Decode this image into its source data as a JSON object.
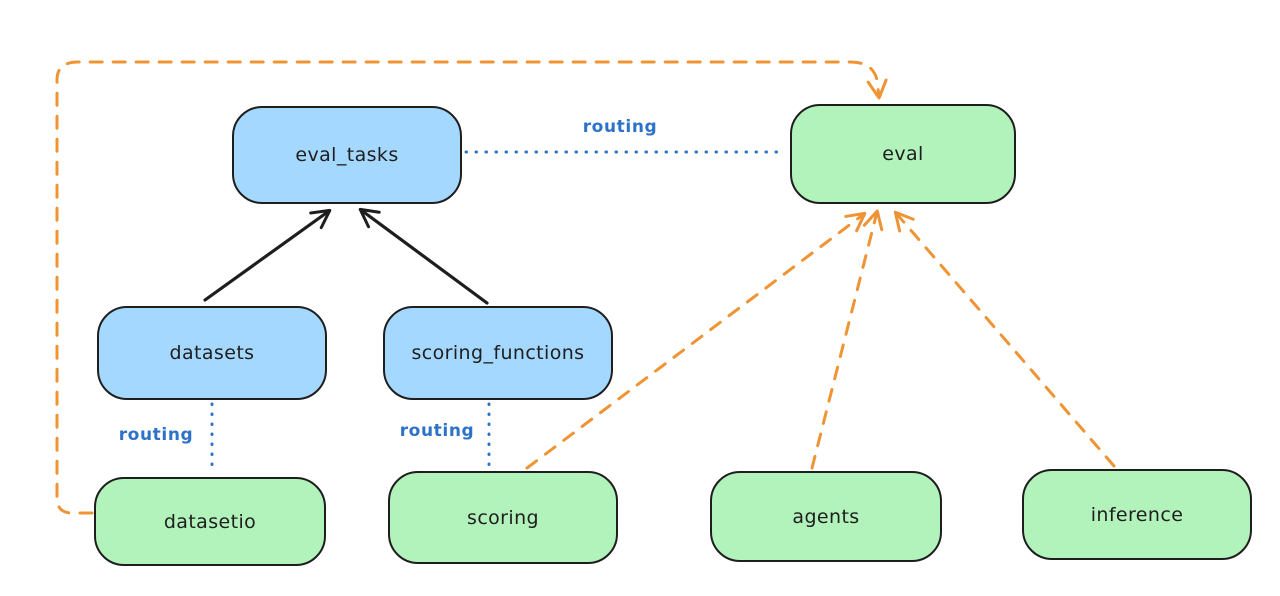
{
  "diagram": {
    "title": "",
    "background_color": "#ffffff",
    "colors": {
      "node_stroke": "#1e1e1e",
      "blue_node_fill": "#a5d8ff",
      "green_node_fill": "#b2f2bb",
      "solid_arrow": "#1e1e1e",
      "dotted_line": "#2b72c8",
      "dashed_arrow": "#ef9434",
      "routing_label": "#2b72c8"
    },
    "nodes": [
      {
        "id": "eval_tasks",
        "label": "eval_tasks",
        "variant": "blue"
      },
      {
        "id": "eval",
        "label": "eval",
        "variant": "green"
      },
      {
        "id": "datasets",
        "label": "datasets",
        "variant": "blue"
      },
      {
        "id": "scoring_functions",
        "label": "scoring_functions",
        "variant": "blue"
      },
      {
        "id": "datasetio",
        "label": "datasetio",
        "variant": "green"
      },
      {
        "id": "scoring",
        "label": "scoring",
        "variant": "green"
      },
      {
        "id": "agents",
        "label": "agents",
        "variant": "green"
      },
      {
        "id": "inference",
        "label": "inference",
        "variant": "green"
      }
    ],
    "edges": [
      {
        "from": "datasets",
        "to": "eval_tasks",
        "style": "solid",
        "arrow": true,
        "color": "black",
        "label": ""
      },
      {
        "from": "scoring_functions",
        "to": "eval_tasks",
        "style": "solid",
        "arrow": true,
        "color": "black",
        "label": ""
      },
      {
        "from": "eval_tasks",
        "to": "eval",
        "style": "dotted",
        "arrow": false,
        "color": "blue",
        "label": "routing"
      },
      {
        "from": "datasets",
        "to": "datasetio",
        "style": "dotted",
        "arrow": false,
        "color": "blue",
        "label": "routing"
      },
      {
        "from": "scoring_functions",
        "to": "scoring",
        "style": "dotted",
        "arrow": false,
        "color": "blue",
        "label": "routing"
      },
      {
        "from": "datasetio",
        "to": "eval",
        "style": "dashed",
        "arrow": true,
        "color": "orange",
        "label": ""
      },
      {
        "from": "scoring",
        "to": "eval",
        "style": "dashed",
        "arrow": true,
        "color": "orange",
        "label": ""
      },
      {
        "from": "agents",
        "to": "eval",
        "style": "dashed",
        "arrow": true,
        "color": "orange",
        "label": ""
      },
      {
        "from": "inference",
        "to": "eval",
        "style": "dashed",
        "arrow": true,
        "color": "orange",
        "label": ""
      }
    ]
  }
}
